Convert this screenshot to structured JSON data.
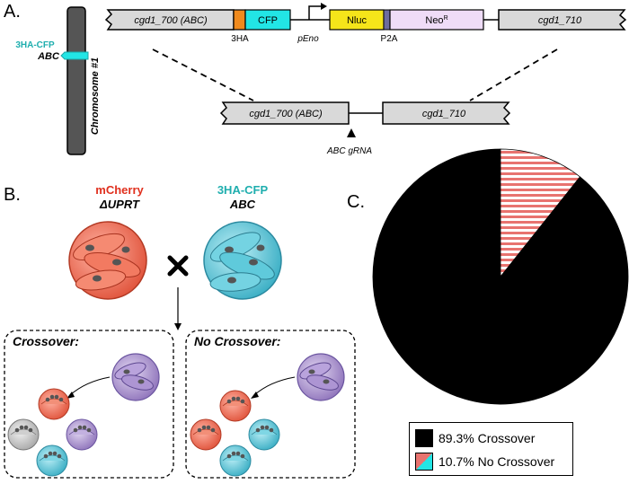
{
  "panels": {
    "a": "A.",
    "b": "B.",
    "c": "C."
  },
  "construct": {
    "left_arm": "cgd1_700 (ABC)",
    "tag": "3HA",
    "cfp": "CFP",
    "promoter": "pEno",
    "nluc": "Nluc",
    "neo": "Neo",
    "neo_sup": "R",
    "p2a": "P2A",
    "right_arm": "cgd1_710"
  },
  "locus": {
    "left": "cgd1_700 (ABC)",
    "right": "cgd1_710",
    "grna": "ABC gRNA"
  },
  "chromosome": {
    "label": "Chromosome #1",
    "marker_top": "3HA-CFP",
    "marker_bottom": "ABC"
  },
  "cross": {
    "parent1_line1": "mCherry",
    "parent1_line2": "ΔUPRT",
    "parent2_line1": "3HA-CFP",
    "parent2_line2": "ABC",
    "crossover_title": "Crossover:",
    "no_crossover_title": "No Crossover:"
  },
  "colors": {
    "cfp": "#22e5e5",
    "nluc": "#f5e51a",
    "neo": "#efdcf7",
    "tag": "#f08a1d",
    "red_parasite": "#f26a50",
    "blue_parasite": "#4fc3d6",
    "purple_parasite": "#a890cc",
    "gray_box": "#d9d9d9",
    "crossover": "#000000",
    "no_crossover_stripe": "#e8736f",
    "chromosome": "#555555"
  },
  "chart_data": {
    "type": "pie",
    "slices": [
      {
        "label": "89.3% Crossover",
        "value": 89.3
      },
      {
        "label": "10.7% No Crossover",
        "value": 10.7
      }
    ],
    "legend_position": "bottom-right"
  }
}
